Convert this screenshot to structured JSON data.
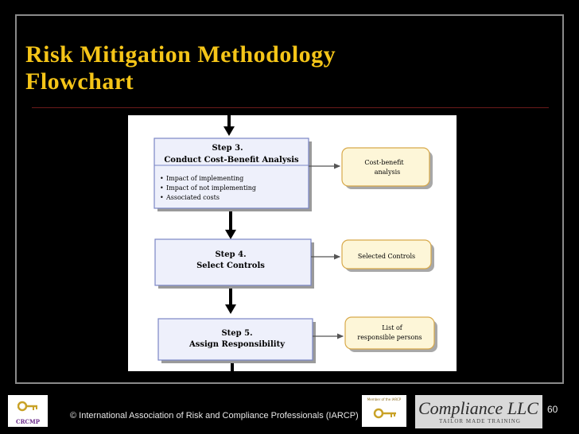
{
  "slide": {
    "title_line1": "Risk Mitigation Methodology",
    "title_line2": "Flowchart",
    "page_number": "60",
    "copyright": "©  International Association of Risk and Compliance Professionals (IARCP)"
  },
  "logos": {
    "left_logo_text": "CRCMP",
    "badge_text": "Member of the IARCP",
    "company_name": "Compliance LLC",
    "company_tagline": "TAILOR MADE TRAINING"
  },
  "diagram": {
    "steps": [
      {
        "title": "Step 3.",
        "subtitle": "Conduct Cost-Benefit Analysis",
        "bullets": [
          "Impact of implementing",
          "Impact of not implementing",
          "Associated costs"
        ],
        "output": [
          "Cost-benefit",
          "analysis"
        ]
      },
      {
        "title": "Step 4.",
        "subtitle": "Select Controls",
        "bullets": [],
        "output": [
          "Selected Controls"
        ]
      },
      {
        "title": "Step 5.",
        "subtitle": "Assign Responsibility",
        "bullets": [],
        "output": [
          "List of",
          "responsible persons"
        ]
      }
    ]
  },
  "colors": {
    "title": "#f5c518",
    "step_box_fill": "#eef0fb",
    "step_box_stroke": "#7b86c6",
    "output_box_fill": "#fdf6d8",
    "output_box_stroke": "#d8a94a"
  }
}
